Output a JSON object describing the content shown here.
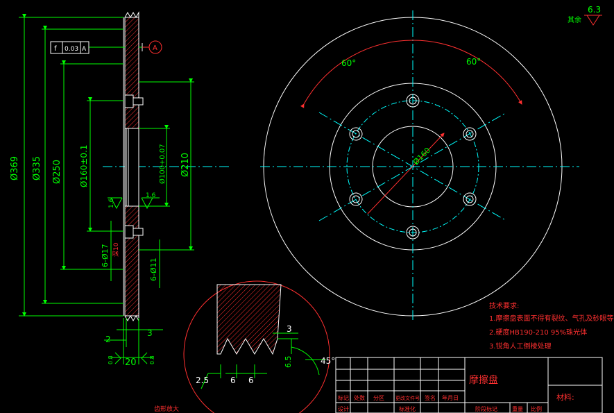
{
  "colors": {
    "background": "#000000",
    "outline": "#ffffff",
    "centerline": "#00ffff",
    "dimension": "#00ff00",
    "annotation": "#ff2020",
    "hatch": "#ff3030",
    "title_block": "#ff3030"
  },
  "section_view": {
    "dimensions": {
      "d369": "Ø369",
      "d335": "Ø335",
      "d250": "Ø250",
      "d160": "Ø160±0.1",
      "d100": "Ø100+0.07",
      "d210": "Ø210",
      "d17": "6-Ø17",
      "depth10": "深10",
      "d11": "6-Ø11",
      "w2": "2",
      "w3": "3",
      "w20": "20",
      "ra16_a": "1.6",
      "ra16_b": "1.6",
      "ra08_a": "0.8",
      "ra08_b": "0.8"
    },
    "tolerance_frame": {
      "symbol": "f",
      "value": "0.03",
      "datum": "A"
    },
    "datum_label": "A"
  },
  "front_view": {
    "angle_left": "60°",
    "angle_right": "60°",
    "pcd": "Ø160"
  },
  "detail_view": {
    "dim_3": "3",
    "dim_65": "6.5",
    "dim_25": "2.5",
    "dim_6a": "6",
    "dim_6b": "6",
    "angle_45": "45°",
    "note_below": "齿形放大"
  },
  "surface_roughness": {
    "label": "其余",
    "value": "6.3"
  },
  "technical_requirements": {
    "title": "技术要求:",
    "items": [
      "1.摩擦盘表面不得有裂纹、气孔及砂眼等",
      "2.硬度HB190-210 95%珠光体",
      "3.锐角人工倒棱处理"
    ]
  },
  "title_block": {
    "part_name": "摩擦盘",
    "material_label": "材料:",
    "header_cells": [
      "标记",
      "处数",
      "分区",
      "更改文件号",
      "签名",
      "年月日"
    ],
    "bottom_cells": [
      "设计",
      "标准化"
    ],
    "stage_cells": [
      "阶段标记",
      "重量",
      "比例"
    ]
  }
}
